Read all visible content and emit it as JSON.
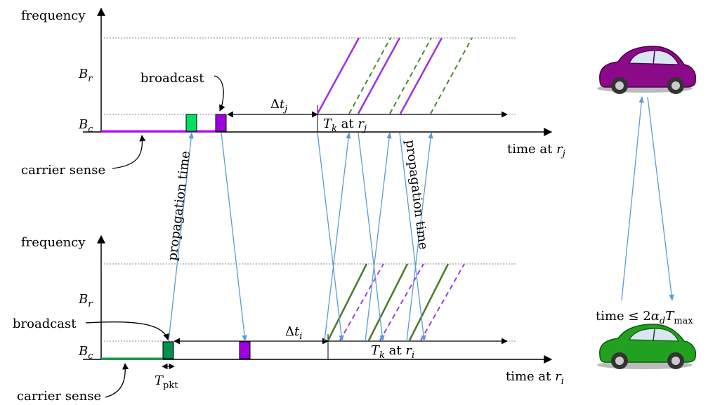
{
  "top_panel": {
    "y_axis_label": "frequency",
    "band_r": "B",
    "band_r_sub": "r",
    "band_c": "B",
    "band_c_sub": "c",
    "time_axis_label": "time at ",
    "time_axis_var": "r",
    "time_axis_sub": "j",
    "broadcast_label": "broadcast",
    "carrier_sense_label": "carrier sense",
    "delta_label_prefix": "Δ",
    "delta_var": "t",
    "delta_sub": "j",
    "tk_var": "T",
    "tk_sub": "k",
    "tk_mid": " at ",
    "tk_r": "r",
    "tk_r_sub": "j",
    "propagation_label": "propagation time",
    "colors": {
      "packet_a": "#00e060",
      "packet_b": "#a000e0",
      "sense_line": "#c000ff",
      "hop_solid": "#a030e0",
      "hop_dashed": "#4a8a2a"
    }
  },
  "bottom_panel": {
    "y_axis_label": "frequency",
    "band_r": "B",
    "band_r_sub": "r",
    "band_c": "B",
    "band_c_sub": "c",
    "time_axis_label": "time at ",
    "time_axis_var": "r",
    "time_axis_sub": "i",
    "broadcast_label": "broadcast",
    "carrier_sense_label": "carrier sense",
    "delta_label_prefix": "Δ",
    "delta_var": "t",
    "delta_sub": "i",
    "tk_var": "T",
    "tk_sub": "k",
    "tk_mid": " at ",
    "tk_r": "r",
    "tk_r_sub": "i",
    "tpkt_var": "T",
    "tpkt_sub": "pkt",
    "propagation_label": "propagation time",
    "colors": {
      "packet_a": "#009050",
      "packet_b": "#a000e0",
      "sense_line": "#00a040",
      "hop_solid": "#4a7a2a",
      "hop_dashed": "#9a40e0"
    }
  },
  "vehicles": {
    "time_label_prefix": "time ≤ 2",
    "alpha": "α",
    "alpha_sub": "d",
    "tmax": "T",
    "tmax_sub": "max",
    "car_top_color": "#8a0a8a",
    "car_bottom_color": "#22a020"
  },
  "colors": {
    "signal_arrow": "#5b9bd5",
    "axis": "#000000",
    "grid_dotted": "#888888"
  }
}
